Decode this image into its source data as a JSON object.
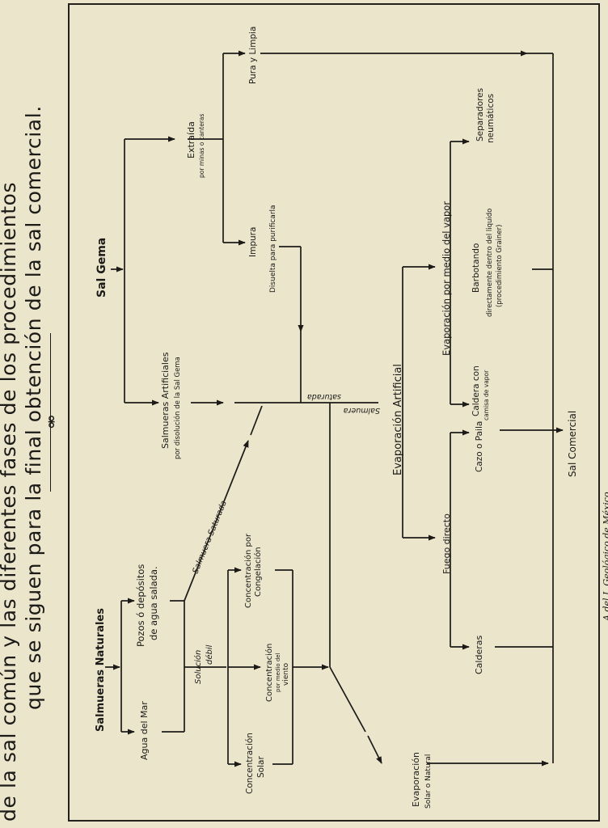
{
  "title": {
    "line1": "de la sal común y las diferentes fases de los procedimientos",
    "line2": "que se siguen para la final obtención de la sal comercial.",
    "ornament": "⚮"
  },
  "credit": "A del I. Geológico de México",
  "nodes": {
    "salmueras_naturales": "Salmueras Naturales",
    "agua_del_mar": "Agua del Mar",
    "pozos_line1": "Pozos ó depósitos",
    "pozos_line2": "de agua salada.",
    "salmuera_saturada": "Salmuera Saturada",
    "solucion_debil_1": "Solución",
    "solucion_debil_2": "débil",
    "conc_solar_1": "Concentración",
    "conc_solar_2": "Solar",
    "conc_viento_1": "Concentración",
    "conc_viento_2": "por medio del",
    "conc_viento_3": "viento",
    "conc_congel_1": "Concentración por",
    "conc_congel_2": "Congelación",
    "sal_gema": "Sal Gema",
    "salmueras_art_1": "Salmueras Artificiales",
    "salmueras_art_2": "por disolución de la Sal Gema",
    "extraida_1": "Extraída",
    "extraida_2": "por minas o canteras",
    "pura_limpia": "Pura y Limpia",
    "impura": "Impura",
    "disuelta": "Disuelta para purificarla",
    "saturada_1": "saturada",
    "saturada_2": "Salmuera",
    "evap_artificial": "Evaporación Artificial",
    "evap_natural_1": "Evaporación",
    "evap_natural_2": "Solar o Natural",
    "fuego_directo": "Fuego directo",
    "evap_vapor": "Evaporación por medio del vapor",
    "calderas": "Calderas",
    "cazo_paila": "Cazo o Paila",
    "caldera_camisa_1": "Caldera con",
    "caldera_camisa_2": "camisa de vapor",
    "barbotando_1": "Barbotando",
    "barbotando_2": "directamente dentro del liquido",
    "barbotando_3": "(procedimiento Grainer)",
    "separadores_1": "Separadores",
    "separadores_2": "neumáticos",
    "sal_comercial": "Sal Comercial"
  }
}
